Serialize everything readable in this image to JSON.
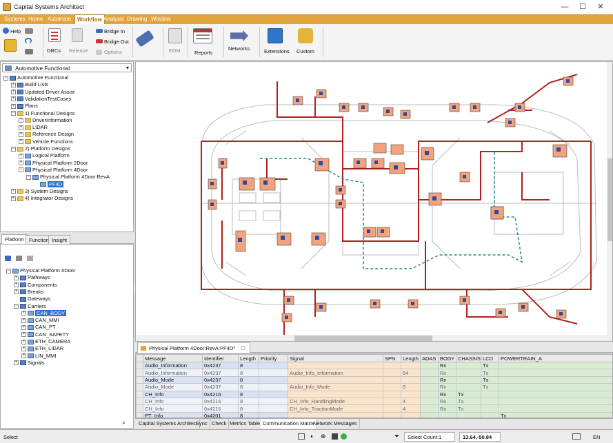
{
  "window": {
    "title": "Capital Systems Architect",
    "minimize": "—",
    "maximize": "☐",
    "close": "✕"
  },
  "menu": [
    "Systems",
    "Home",
    "Automate",
    "Workflow",
    "Analysis",
    "Drawing",
    "Window"
  ],
  "menu_active": "Workflow",
  "ribbon": {
    "help": "Help",
    "drcs": "DRCs",
    "release": "Release",
    "bridge_in": "Bridge In",
    "bridge_out": "Bridge Out",
    "options": "Options",
    "edm": "EDM",
    "reports": "Reports",
    "networks": "Networks",
    "extensions": "Extensions",
    "custom": "Custom"
  },
  "project_combo": "Automotive Functional",
  "project_tree": [
    {
      "label": "Automotive Functional",
      "indent": 0,
      "ex": "−",
      "icon": "blue"
    },
    {
      "label": "Build Lists",
      "indent": 1,
      "ex": "+",
      "icon": "blue"
    },
    {
      "label": "Updated Driver Assist",
      "indent": 1,
      "ex": "+",
      "icon": "blue"
    },
    {
      "label": "ValidationTestCases",
      "indent": 1,
      "ex": "+",
      "icon": "blue"
    },
    {
      "label": "Plans",
      "indent": 1,
      "ex": "+",
      "icon": "blue"
    },
    {
      "label": "1) Functional Designs",
      "indent": 1,
      "ex": "−",
      "icon": "folder"
    },
    {
      "label": "DriverInformation",
      "indent": 2,
      "ex": "+",
      "icon": "folder"
    },
    {
      "label": "LIDAR",
      "indent": 2,
      "ex": "+",
      "icon": "folder"
    },
    {
      "label": "Reference Design",
      "indent": 2,
      "ex": "+",
      "icon": "folder"
    },
    {
      "label": "Vehicle Functions",
      "indent": 2,
      "ex": "+",
      "icon": "folder"
    },
    {
      "label": "2) Platform Designs",
      "indent": 1,
      "ex": "−",
      "icon": "folder"
    },
    {
      "label": "Logical Platform",
      "indent": 2,
      "ex": "+",
      "icon": "plat"
    },
    {
      "label": "Physical Platform 2Door",
      "indent": 2,
      "ex": "+",
      "icon": "plat"
    },
    {
      "label": "Physical Platform 4Door",
      "indent": 2,
      "ex": "−",
      "icon": "plat"
    },
    {
      "label": "Physical Platform 4Door:RevA",
      "indent": 3,
      "ex": "−",
      "icon": "plat"
    },
    {
      "label": "PF4D",
      "indent": 4,
      "ex": "",
      "icon": "plat",
      "selected": true
    },
    {
      "label": "3) System Designs",
      "indent": 1,
      "ex": "+",
      "icon": "folder"
    },
    {
      "label": "4) Integrator Designs",
      "indent": 1,
      "ex": "+",
      "icon": "folder"
    }
  ],
  "left_tabs": [
    "Platform",
    "Function",
    "Insight"
  ],
  "platform_tree": [
    {
      "label": "Physical Platform 4Door",
      "indent": 0,
      "ex": "−",
      "icon": "plat"
    },
    {
      "label": "Pathways",
      "indent": 1,
      "ex": "+",
      "icon": "blue"
    },
    {
      "label": "Components",
      "indent": 1,
      "ex": "+",
      "icon": "blue"
    },
    {
      "label": "Breaks",
      "indent": 1,
      "ex": "+",
      "icon": "blue"
    },
    {
      "label": "Gateways",
      "indent": 1,
      "ex": "",
      "icon": "blue"
    },
    {
      "label": "Carriers",
      "indent": 1,
      "ex": "−",
      "icon": "blue"
    },
    {
      "label": "CAN_BODY",
      "indent": 2,
      "ex": "+",
      "icon": "plat",
      "selected": true
    },
    {
      "label": "CAN_MMI",
      "indent": 2,
      "ex": "+",
      "icon": "plat"
    },
    {
      "label": "CAN_PT",
      "indent": 2,
      "ex": "+",
      "icon": "plat"
    },
    {
      "label": "CAN_SAFETY",
      "indent": 2,
      "ex": "+",
      "icon": "plat"
    },
    {
      "label": "ETH_CAMERA",
      "indent": 2,
      "ex": "+",
      "icon": "plat"
    },
    {
      "label": "ETH_LIDAR",
      "indent": 2,
      "ex": "+",
      "icon": "plat"
    },
    {
      "label": "LIN_MMI",
      "indent": 2,
      "ex": "+",
      "icon": "plat"
    },
    {
      "label": "Signals",
      "indent": 1,
      "ex": "+",
      "icon": "blue"
    }
  ],
  "doc_tab": "Physical Platform 4Door:RevA:PF4D*",
  "grid": {
    "columns": [
      "Message",
      "Identifier",
      "Length",
      "Priority",
      "Signal",
      "SPN",
      "Length",
      "ADAS",
      "BODY",
      "CHASSIS",
      "LCD",
      "POWERTRAIN_A"
    ],
    "rows": [
      {
        "type": "grp",
        "cells": [
          "Audio_Information",
          "0x4237",
          "8",
          "",
          "",
          "",
          "",
          "",
          "Rx",
          "",
          "Tx",
          ""
        ]
      },
      {
        "type": "sub",
        "cells": [
          "Audio_Information",
          "0x4237",
          "8",
          "",
          "Audio_Info_Information",
          "",
          "64",
          "",
          "Rx",
          "",
          "Tx",
          ""
        ]
      },
      {
        "type": "grp",
        "cells": [
          "Audio_Mode",
          "0x4237",
          "8",
          "",
          "",
          "",
          "",
          "",
          "Rx",
          "",
          "Tx",
          ""
        ]
      },
      {
        "type": "sub",
        "cells": [
          "Audio_Mode",
          "0x4237",
          "8",
          "",
          "Audio_Info_Mode",
          "",
          "8",
          "",
          "Rx",
          "",
          "Tx",
          ""
        ]
      },
      {
        "type": "grp",
        "cells": [
          "CH_Info",
          "0x4216",
          "8",
          "",
          "",
          "",
          "",
          "",
          "Rx",
          "Tx",
          "",
          ""
        ]
      },
      {
        "type": "sub",
        "cells": [
          "CH_Info",
          "0x4216",
          "8",
          "",
          "CH_Info_HandlingMode",
          "",
          "4",
          "",
          "Rx",
          "Tx",
          "",
          ""
        ]
      },
      {
        "type": "sub",
        "cells": [
          "CH_Info",
          "0x4216",
          "8",
          "",
          "CH_Info_TractionMode",
          "",
          "4",
          "",
          "Rx",
          "Tx",
          "",
          ""
        ]
      },
      {
        "type": "grp",
        "cells": [
          "PT_Info",
          "0x4201",
          "8",
          "",
          "",
          "",
          "",
          "",
          "",
          "",
          "",
          "Tx"
        ]
      }
    ]
  },
  "bottom_tabs": [
    "Capital Systems Architect",
    "Sync",
    "Check",
    "Metrics Table",
    "Communication Matrix",
    "Network Messages"
  ],
  "bottom_tab_active": "Communication Matrix",
  "status": {
    "mode": "Select",
    "select_count": "Select Count:1",
    "coords": "13.64,-50.84",
    "lang": "EN"
  }
}
